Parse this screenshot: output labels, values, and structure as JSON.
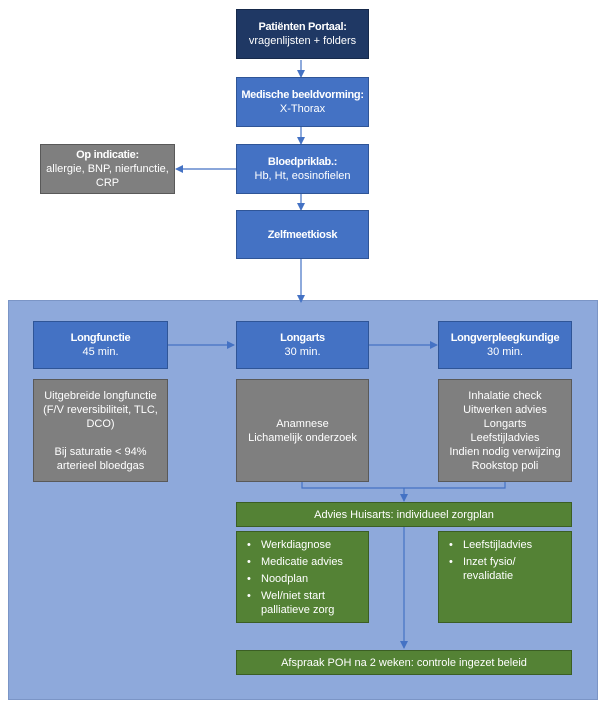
{
  "top": {
    "portal": {
      "title": "Patiënten Portaal:",
      "line": "vragenlijsten + folders"
    },
    "imaging": {
      "title": "Medische beeldvorming:",
      "line": "X-Thorax"
    },
    "blood": {
      "title": "Bloedpriklab.:",
      "line": "Hb, Ht, eosinofielen"
    },
    "indication": {
      "title": "Op indicatie:",
      "line1": "allergie, BNP, nierfunctie,",
      "line2": "CRP"
    },
    "kiosk": {
      "title": "Zelfmeetkiosk"
    }
  },
  "consult": {
    "longfunctie": {
      "title": "Longfunctie",
      "duration": "45 min."
    },
    "longarts": {
      "title": "Longarts",
      "duration": "30 min."
    },
    "verpleeg": {
      "title": "Longverpleegkundige",
      "duration": "30 min."
    }
  },
  "details": {
    "longfunctie": [
      "Uitgebreide longfunctie",
      "(F/V reversibiliteit, TLC,",
      "DCO)",
      "Bij saturatie < 94%",
      "arterieel bloedgas"
    ],
    "longarts": [
      "Anamnese",
      "Lichamelijk onderzoek"
    ],
    "verpleeg": [
      "Inhalatie check",
      "Uitwerken advies",
      "Longarts",
      "Leefstijladvies",
      "Indien nodig verwijzing",
      "Rookstop poli"
    ]
  },
  "advies": {
    "title": "Advies Huisarts: individueel zorgplan"
  },
  "list_left": [
    "Werkdiagnose",
    "Medicatie advies",
    "Noodplan",
    "Wel/niet start palliatieve zorg"
  ],
  "list_right": [
    "Leefstijladvies",
    "Inzet fysio/ revalidatie"
  ],
  "afspraak": {
    "title": "Afspraak POH na 2 weken: controle ingezet beleid"
  },
  "colors": {
    "dark": "#1f3864",
    "blue": "#4472c4",
    "gray": "#7f7f7f",
    "green": "#548235",
    "panel": "#8ea9db",
    "arrow": "#4472c4"
  }
}
